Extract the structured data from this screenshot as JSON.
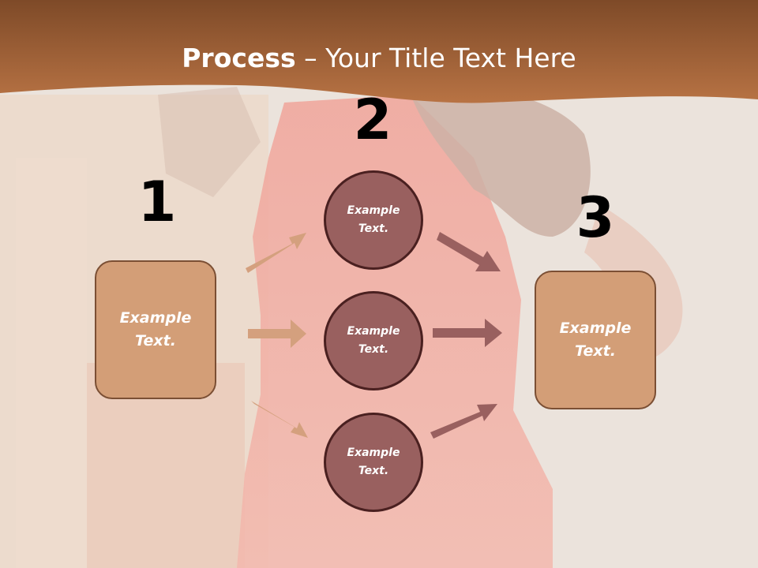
{
  "slide": {
    "title_bold": "Process",
    "title_rest": " – Your Title Text Here",
    "colors": {
      "header": "#a8663a",
      "box_fill": "#d39e77",
      "box_border": "#7b4f34",
      "circle_fill": "#99605f",
      "circle_border": "#4a2020",
      "arrow_left": "#d4a07e",
      "arrow_right": "#99605f"
    }
  },
  "steps": {
    "num1": "1",
    "num2": "2",
    "num3": "3"
  },
  "nodes": {
    "left_box": "Example\nText.",
    "circle_top": "Example\nText.",
    "circle_middle": "Example\nText.",
    "circle_bottom": "Example\nText.",
    "right_box": "Example\nText."
  }
}
